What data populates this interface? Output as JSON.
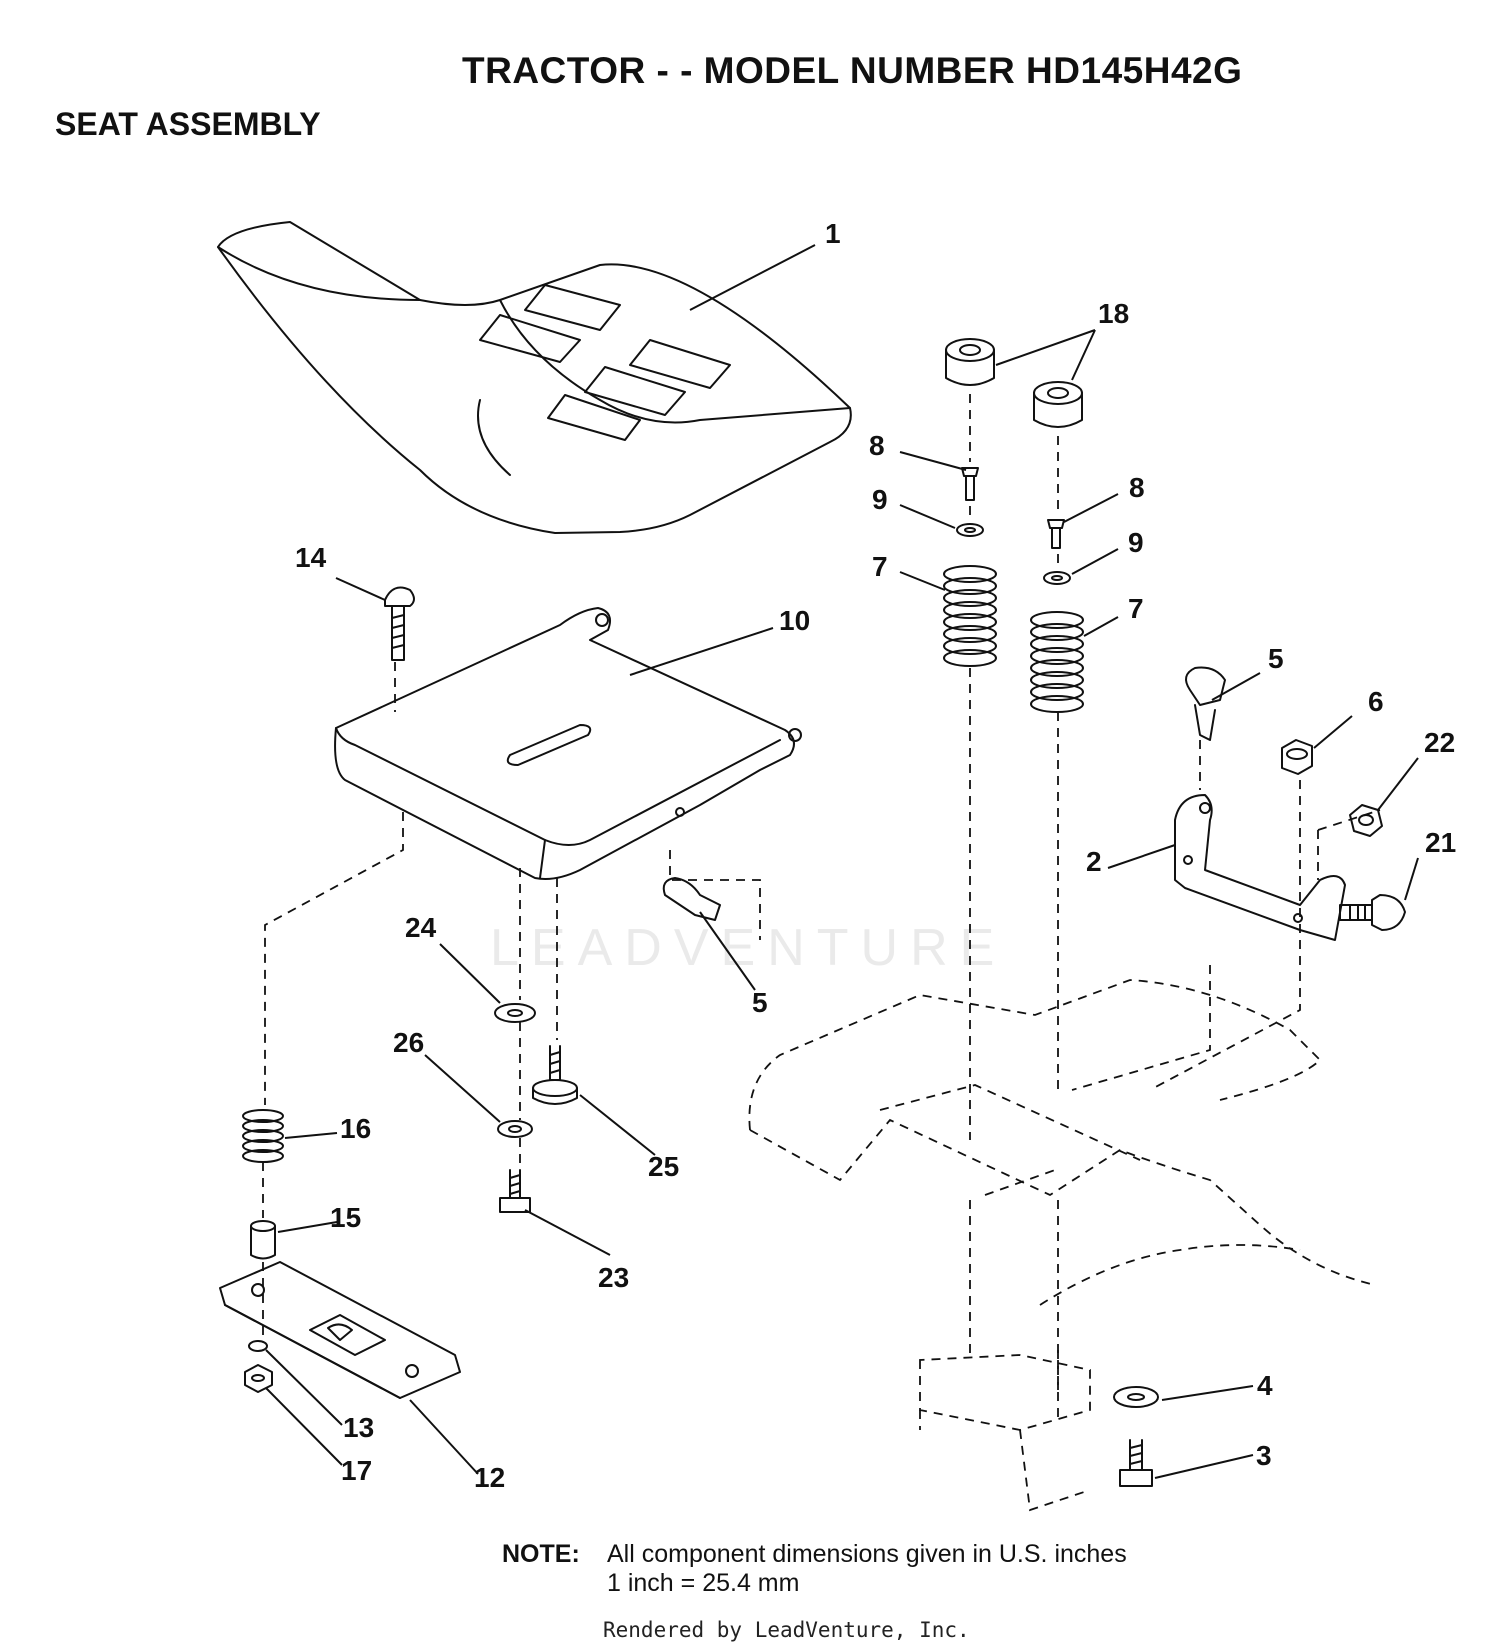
{
  "header": {
    "title": "TRACTOR - - MODEL NUMBER HD145H42G",
    "subtitle": "SEAT ASSEMBLY"
  },
  "callouts": [
    {
      "id": "c1",
      "text": "1"
    },
    {
      "id": "c18",
      "text": "18"
    },
    {
      "id": "c8a",
      "text": "8"
    },
    {
      "id": "c8b",
      "text": "8"
    },
    {
      "id": "c9a",
      "text": "9"
    },
    {
      "id": "c9b",
      "text": "9"
    },
    {
      "id": "c7a",
      "text": "7"
    },
    {
      "id": "c7b",
      "text": "7"
    },
    {
      "id": "c14",
      "text": "14"
    },
    {
      "id": "c10",
      "text": "10"
    },
    {
      "id": "c5a",
      "text": "5"
    },
    {
      "id": "c6",
      "text": "6"
    },
    {
      "id": "c22",
      "text": "22"
    },
    {
      "id": "c2",
      "text": "2"
    },
    {
      "id": "c21",
      "text": "21"
    },
    {
      "id": "c5b",
      "text": "5"
    },
    {
      "id": "c24",
      "text": "24"
    },
    {
      "id": "c26",
      "text": "26"
    },
    {
      "id": "c25",
      "text": "25"
    },
    {
      "id": "c16",
      "text": "16"
    },
    {
      "id": "c15",
      "text": "15"
    },
    {
      "id": "c23",
      "text": "23"
    },
    {
      "id": "c13",
      "text": "13"
    },
    {
      "id": "c17",
      "text": "17"
    },
    {
      "id": "c12",
      "text": "12"
    },
    {
      "id": "c4",
      "text": "4"
    },
    {
      "id": "c3",
      "text": "3"
    }
  ],
  "note": {
    "label": "NOTE:",
    "line1": "All component dimensions given in U.S. inches",
    "line2": "1 inch = 25.4 mm"
  },
  "watermark": "LEADVENTURE",
  "footer": {
    "rendered_by": "Rendered by LeadVenture, Inc."
  }
}
